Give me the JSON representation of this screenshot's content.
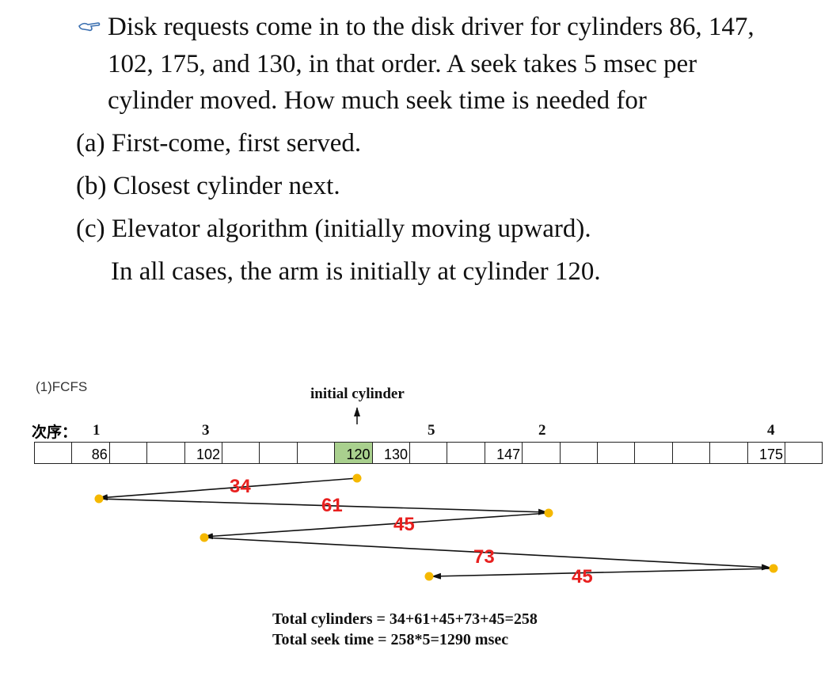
{
  "question": {
    "lines": [
      "Disk requests come in to the disk driver for cylinders 86, 147,",
      "102, 175, and 130, in that order. A seek takes 5 msec per",
      "cylinder moved. How much seek time is needed for"
    ],
    "options": [
      "(a) First-come, first served.",
      "(b) Closest cylinder next.",
      "(c) Elevator algorithm (initially moving upward)."
    ],
    "note": "In all cases, the arm is initially at cylinder 120."
  },
  "diagram": {
    "section_label": "(1)FCFS",
    "initial_label": "initial cylinder",
    "order_label": "次序：",
    "order_numbers": [
      "1",
      "3",
      "5",
      "2",
      "4"
    ],
    "cells": [
      "",
      "86",
      "",
      "",
      "102",
      "",
      "",
      "",
      "120",
      "130",
      "",
      "",
      "147",
      "",
      "",
      "",
      "",
      "",
      "",
      "175",
      ""
    ],
    "highlight_cell_value": "120",
    "highlight_color": "#a9d08e",
    "arrow_color": "#111111",
    "point_color": "#f5b800",
    "label_color": "#e8201f",
    "distances": [
      "34",
      "61",
      "45",
      "73",
      "45"
    ]
  },
  "totals": {
    "cylinders": "Total cylinders = 34+61+45+73+45=258",
    "seek_time": "Total seek time = 258*5=1290 msec"
  }
}
